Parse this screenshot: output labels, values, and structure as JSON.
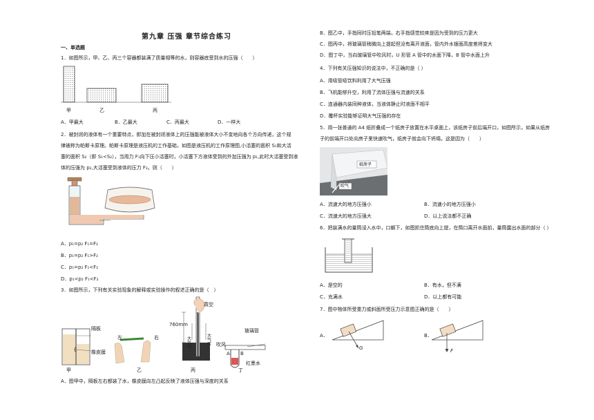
{
  "title": "第九章 压强 章节综合练习",
  "section": "一、单选题",
  "q1": {
    "stem": "1．如图所示，甲、乙、丙三个容器都装满了质量相等的水，则容器底受到水的压强（　　）",
    "labels": [
      "甲",
      "乙",
      "丙"
    ],
    "options": [
      "A．甲最大",
      "B．乙最大",
      "C．丙最大",
      "D．一样大"
    ]
  },
  "q2": {
    "stem_lines": [
      "2．被封闭的液体有一个重要特点，即加在被封闭液体上的压强能被液体大小不变地向各个方向传递，这个规",
      "律被称为帕斯卡原理。帕斯卡原理是液压机的工作基础，如图是液压机的工作原理图,小活塞的面积 S₁和大活",
      "塞的面积 S₂（即 S₁<S₂），当用力 F₁向下压小活塞时，小活塞下方液体受到的外加压强为 p₁,此时大活塞受到液",
      "体的压强为 p₂,大活塞受到液体的压力 F₂。则（　　）"
    ],
    "options": [
      "A．p₁=p₂ F₁=F₂",
      "B．p₁=p₂ F₁>F₂",
      "C．p₁=p₂ F₁<F₂",
      "D．p₁<p₂ F₁<F₂"
    ]
  },
  "q3": {
    "stem": "3．如图所示，下列有关实验现象的解释或实验操作的叙述正确的是（　）",
    "fig_labels": {
      "partition": "隔板",
      "membrane": "橡皮膜",
      "left": "左",
      "right": "右",
      "vacuum": "真空",
      "height": "760mm",
      "atm": "大气压",
      "blow": "吹风",
      "glass_tube": "玻璃管",
      "red_water": "红墨水",
      "A": "A",
      "B": "B",
      "jia": "甲",
      "yi": "乙",
      "bing": "丙",
      "ding": "丁"
    },
    "optA": "A．图甲中，隔板左右都装了水，橡皮膜向左凸起反映了液体压强与深度的关系",
    "optB": "B．图乙中，手指同时压铅笔两端，右手指感觉较疼是因为受到的压力更大",
    "optC": "C．图丙中，将玻璃管稍微向上提起但没有离开液面，管内外水银面高度差将变大",
    "optD": "D．图丁中，当向玻璃管中吹风时，U 形管 A 管中的水面下降，B 管中水面上升"
  },
  "q4": {
    "stem": "4．下列有关压强知识的说法中，不正确的是（ ）",
    "options": [
      "A．用吸管吸饮料利用了大气压强",
      "B．飞机能够升空，利用了流体压强与流速的关系",
      "C．连通器内装同种液体，当液体静止时液面不相平",
      "D．覆杯实验能够证明大气压强的存在"
    ]
  },
  "q5": {
    "stem_lines": [
      "5．用一张普通的 A4 纸折叠成一个纸房子放置在水平桌面上，该纸房子前后端开口，如图所示，如果从纸房",
      "子的前端开口处向房子里快速吹气，纸房子就会向下坍塌，这是因为（　　）"
    ],
    "photo_labels": {
      "house": "纸房子",
      "blow": "吹气"
    },
    "options": [
      "A．流速大的地方压强小",
      "B．流速小的地方压强小",
      "C．流速大的地方压强大",
      "D．以上说法都不正确"
    ]
  },
  "q6": {
    "stem": "6．把装满水的量筒浸入水中，口朝下，如图抓住筒底向上提，在筒口离开水面前，量筒露出水面的部分（ ）",
    "options": [
      "A．是空的",
      "B．有水，但不满",
      "C．充满水",
      "D．以上都有可能"
    ]
  },
  "q7": {
    "stem": "7．图中物体所受重力或斜面所受压力示意图正确的是（　　）",
    "options": [
      "A．",
      "B．"
    ],
    "force_labels": [
      "G",
      "F"
    ]
  }
}
